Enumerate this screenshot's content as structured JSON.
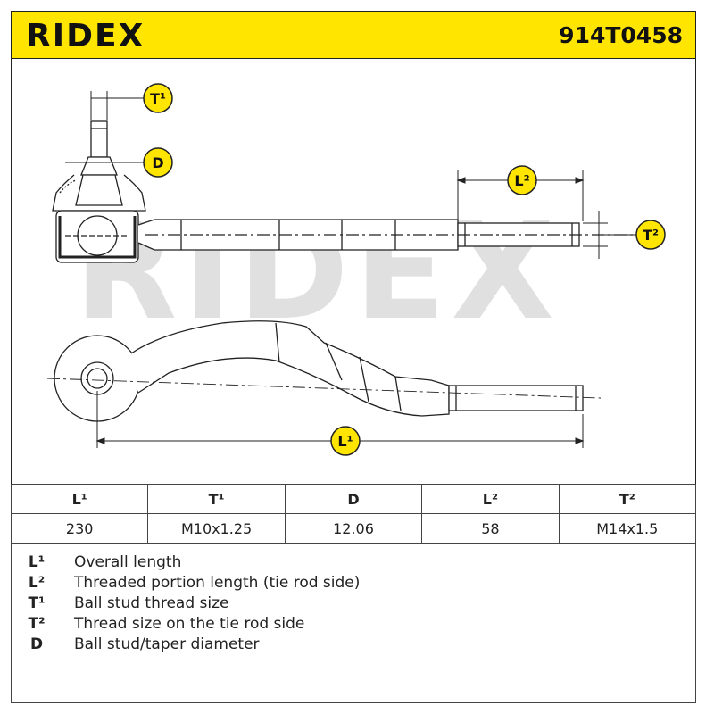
{
  "header": {
    "brand": "RIDEX",
    "part_number": "914T0458"
  },
  "diagram": {
    "callouts": {
      "t1": "T¹",
      "d": "D",
      "l2": "L²",
      "t2": "T²",
      "l1": "L¹"
    },
    "watermark": "RIDEX",
    "colors": {
      "accent": "#ffe500",
      "line": "#222222",
      "watermark": "#d9d9d9"
    }
  },
  "table": {
    "headers": [
      "L¹",
      "T¹",
      "D",
      "L²",
      "T²"
    ],
    "values": [
      "230",
      "M10x1.25",
      "12.06",
      "58",
      "M14x1.5"
    ]
  },
  "legend": {
    "items": [
      {
        "key": "L¹",
        "desc": "Overall length"
      },
      {
        "key": "L²",
        "desc": "Threaded portion length (tie rod side)"
      },
      {
        "key": "T¹",
        "desc": "Ball stud thread size"
      },
      {
        "key": "T²",
        "desc": "Thread size on the tie rod side"
      },
      {
        "key": "D",
        "desc": "Ball stud/taper diameter"
      }
    ]
  }
}
